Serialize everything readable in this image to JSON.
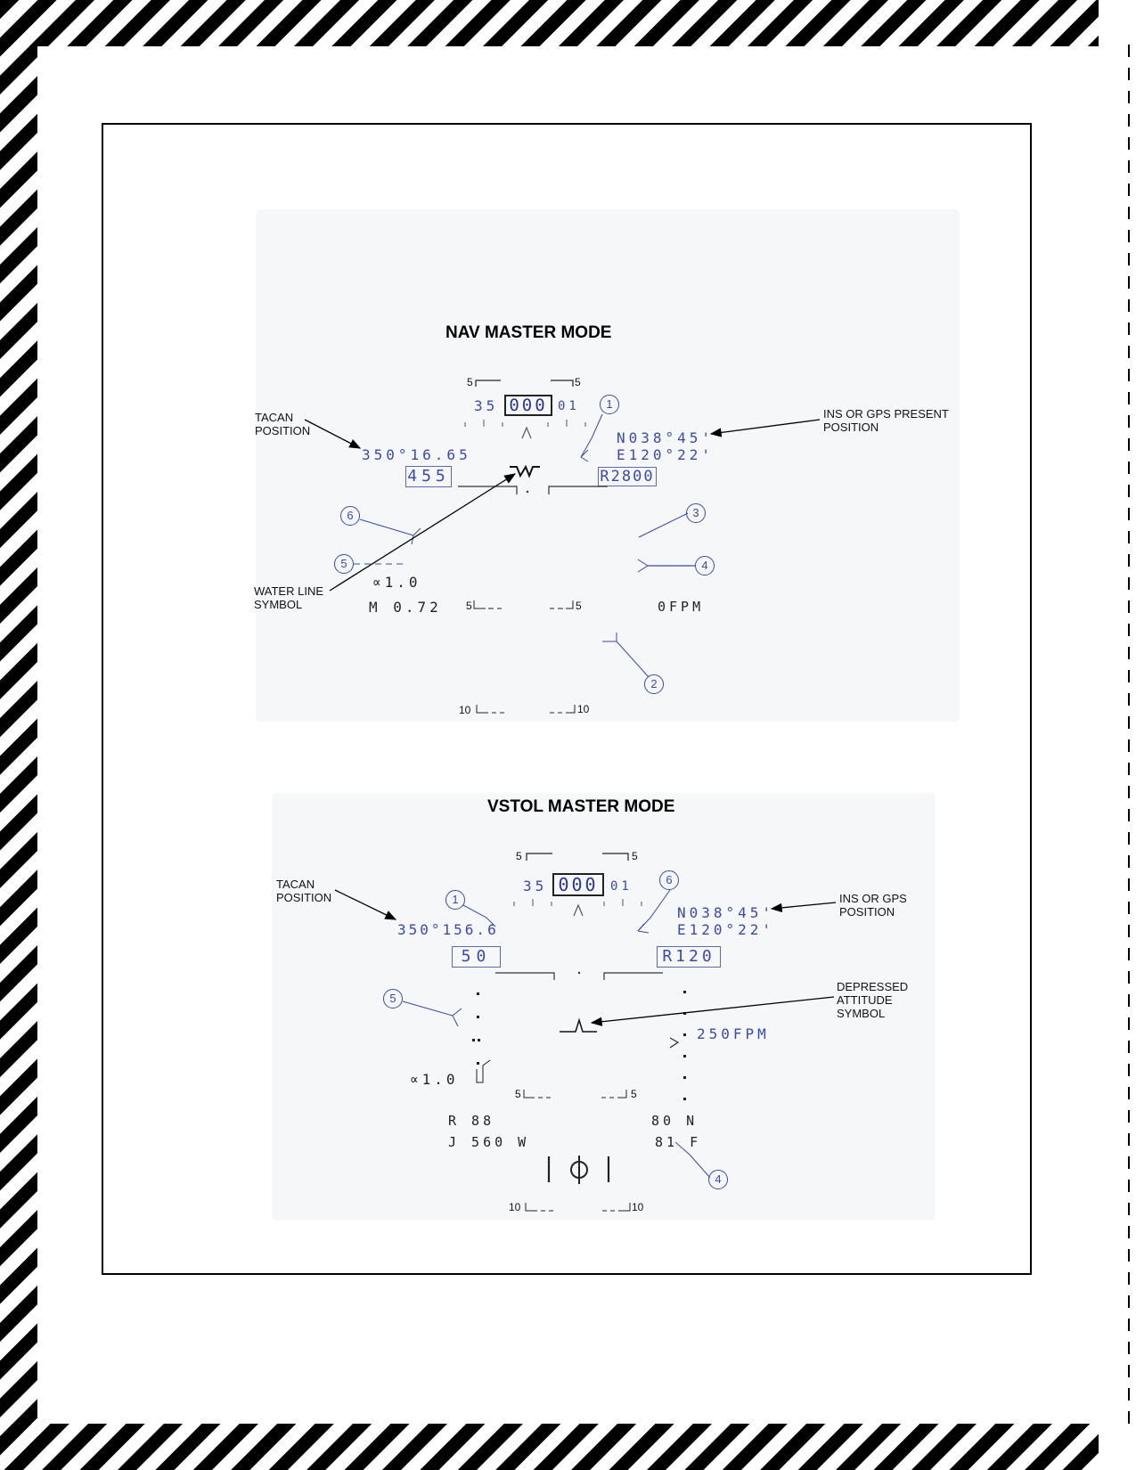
{
  "nav": {
    "title": "NAV MASTER MODE",
    "pitch_top_left": "5",
    "pitch_top_right": "5",
    "heading_left": "35",
    "heading_box": "000",
    "heading_right": "01",
    "tacan_label": "TACAN\nPOSITION",
    "tacan_value": "350°16.65",
    "ins_label": "INS OR GPS PRESENT\nPOSITION",
    "ins_lat": "N038°45'",
    "ins_lon": "E120°22'",
    "airspeed": "455",
    "altitude": "R2800",
    "waterline_label": "WATER LINE\nSYMBOL",
    "alpha": "∝1.0",
    "mach": "M 0.72",
    "pitch_5_left": "5",
    "pitch_5_right": "5",
    "vvi": "0FPM",
    "pitch_10_left": "10",
    "pitch_10_right": "10",
    "callouts": [
      "1",
      "2",
      "3",
      "4",
      "5",
      "6"
    ]
  },
  "vstol": {
    "title": "VSTOL MASTER MODE",
    "pitch_top_left": "5",
    "pitch_top_right": "5",
    "heading_left": "35",
    "heading_box": "000",
    "heading_right": "01",
    "tacan_label": "TACAN\nPOSITION",
    "tacan_value": "350°156.6",
    "ins_label": "INS OR GPS\nPOSITION",
    "ins_lat": "N038°45'",
    "ins_lon": "E120°22'",
    "airspeed": "50",
    "altitude": "R120",
    "depressed_label": "DEPRESSED\nATTITUDE\nSYMBOL",
    "vvi": "250FPM",
    "alpha": "∝1.0",
    "pitch_5_left": "5",
    "pitch_5_right": "5",
    "r_line": "R  88",
    "j_line": "J 560 W",
    "rpm_n": "80 N",
    "rpm_f": "81 F",
    "pitch_10_left": "10",
    "pitch_10_right": "10",
    "callouts": [
      "1",
      "4",
      "5",
      "6"
    ]
  },
  "colors": {
    "hud_blue": "#3b4aa8",
    "stripe": "#000000"
  }
}
